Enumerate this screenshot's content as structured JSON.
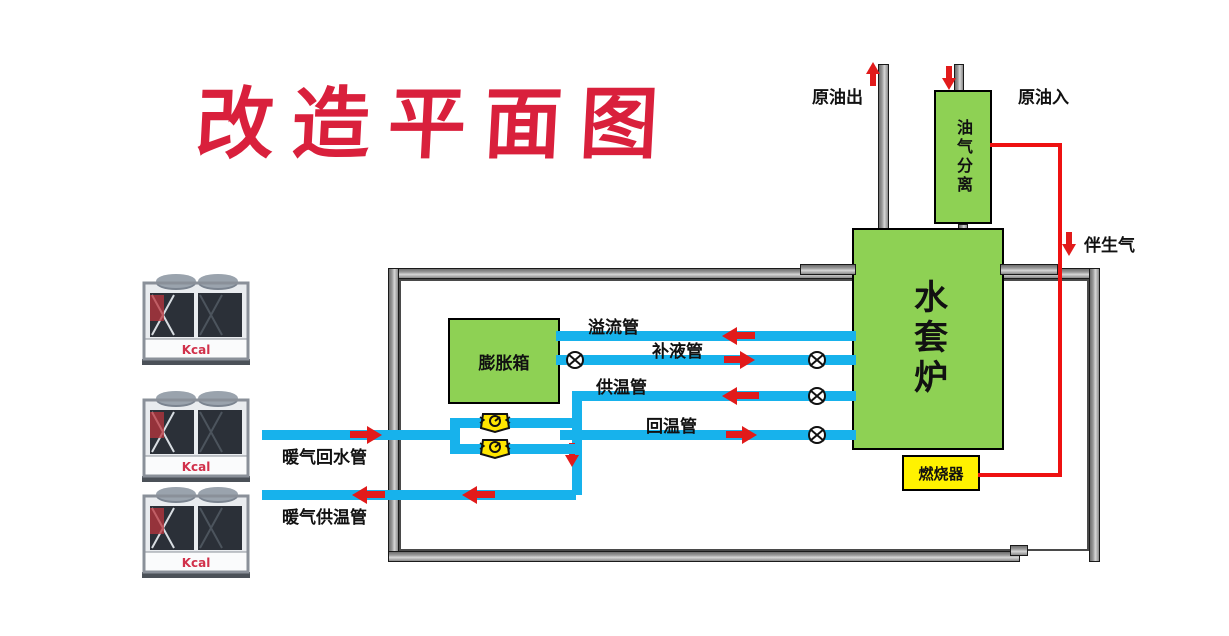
{
  "title": "改造平面图",
  "equipment": {
    "separator": {
      "label": "油气分离",
      "color": "#8ed154"
    },
    "furnace": {
      "label": "水套炉",
      "color": "#8ed154"
    },
    "burner": {
      "label": "燃烧器",
      "color": "#fff200"
    },
    "expansion_tank": {
      "label": "膨胀箱",
      "color": "#8ed154"
    }
  },
  "flow_labels": {
    "crude_out": "原油出",
    "crude_in": "原油入",
    "associated_gas": "伴生气"
  },
  "pipes": [
    {
      "name": "overflow",
      "label": "溢流管"
    },
    {
      "name": "makeup",
      "label": "补液管"
    },
    {
      "name": "supply_temp",
      "label": "供温管"
    },
    {
      "name": "return_temp",
      "label": "回温管"
    },
    {
      "name": "heating_return",
      "label": "暖气回水管"
    },
    {
      "name": "heating_supply",
      "label": "暖气供温管"
    }
  ],
  "heat_pumps": [
    {
      "brand": "Kcal"
    },
    {
      "brand": "Kcal"
    },
    {
      "brand": "Kcal"
    }
  ],
  "colors": {
    "title_red": "#d9203c",
    "pipe_blue": "#17b2ec",
    "gas_red": "#ee1111",
    "equipment_green": "#8ed154",
    "burner_yellow": "#fff200",
    "wall_gray": "#9a9a9a",
    "arrow_red": "#e11b1b"
  }
}
